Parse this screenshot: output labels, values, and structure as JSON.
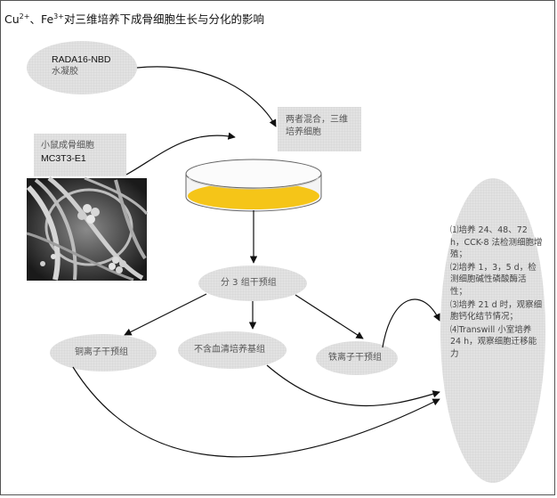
{
  "title": {
    "ion1": "Cu",
    "ion1_charge": "2+",
    "sep": "、",
    "ion2": "Fe",
    "ion2_charge": "3+",
    "text": "对三维培养下成骨细胞生长与分化的影响"
  },
  "nodes": {
    "hydrogel": {
      "line1": "RADA16-NBD",
      "line2": "水凝胶"
    },
    "mix": {
      "line1": "两者混合，三维",
      "line2": "培养细胞"
    },
    "cells": {
      "line1": "小鼠成骨细胞",
      "line2": "MC3T3-E1"
    },
    "groups": {
      "text": "分 3 组干预组"
    },
    "copper": {
      "text": "铜离子干预组"
    },
    "serum_free": {
      "text": "不含血清培养基组"
    },
    "iron": {
      "text": "铁离子干预组"
    }
  },
  "assays": [
    "⑴培养 24、48、72 h，CCK-8 法检测细胞增殖；",
    "⑵培养 1，3，5 d，检测细胞碱性磷酸酶活性；",
    "⑶培养 21 d 时，观察细胞钙化结节情况；",
    "⑷Transwill 小室培养 24 h，观察细胞迁移能力"
  ],
  "colors": {
    "ellipse_fill": "#dcdcdc",
    "box_fill": "#e6e6e6",
    "dish_liquid": "#f5c518",
    "frame": "#555555"
  },
  "image": {
    "name": "sem-micrograph"
  }
}
